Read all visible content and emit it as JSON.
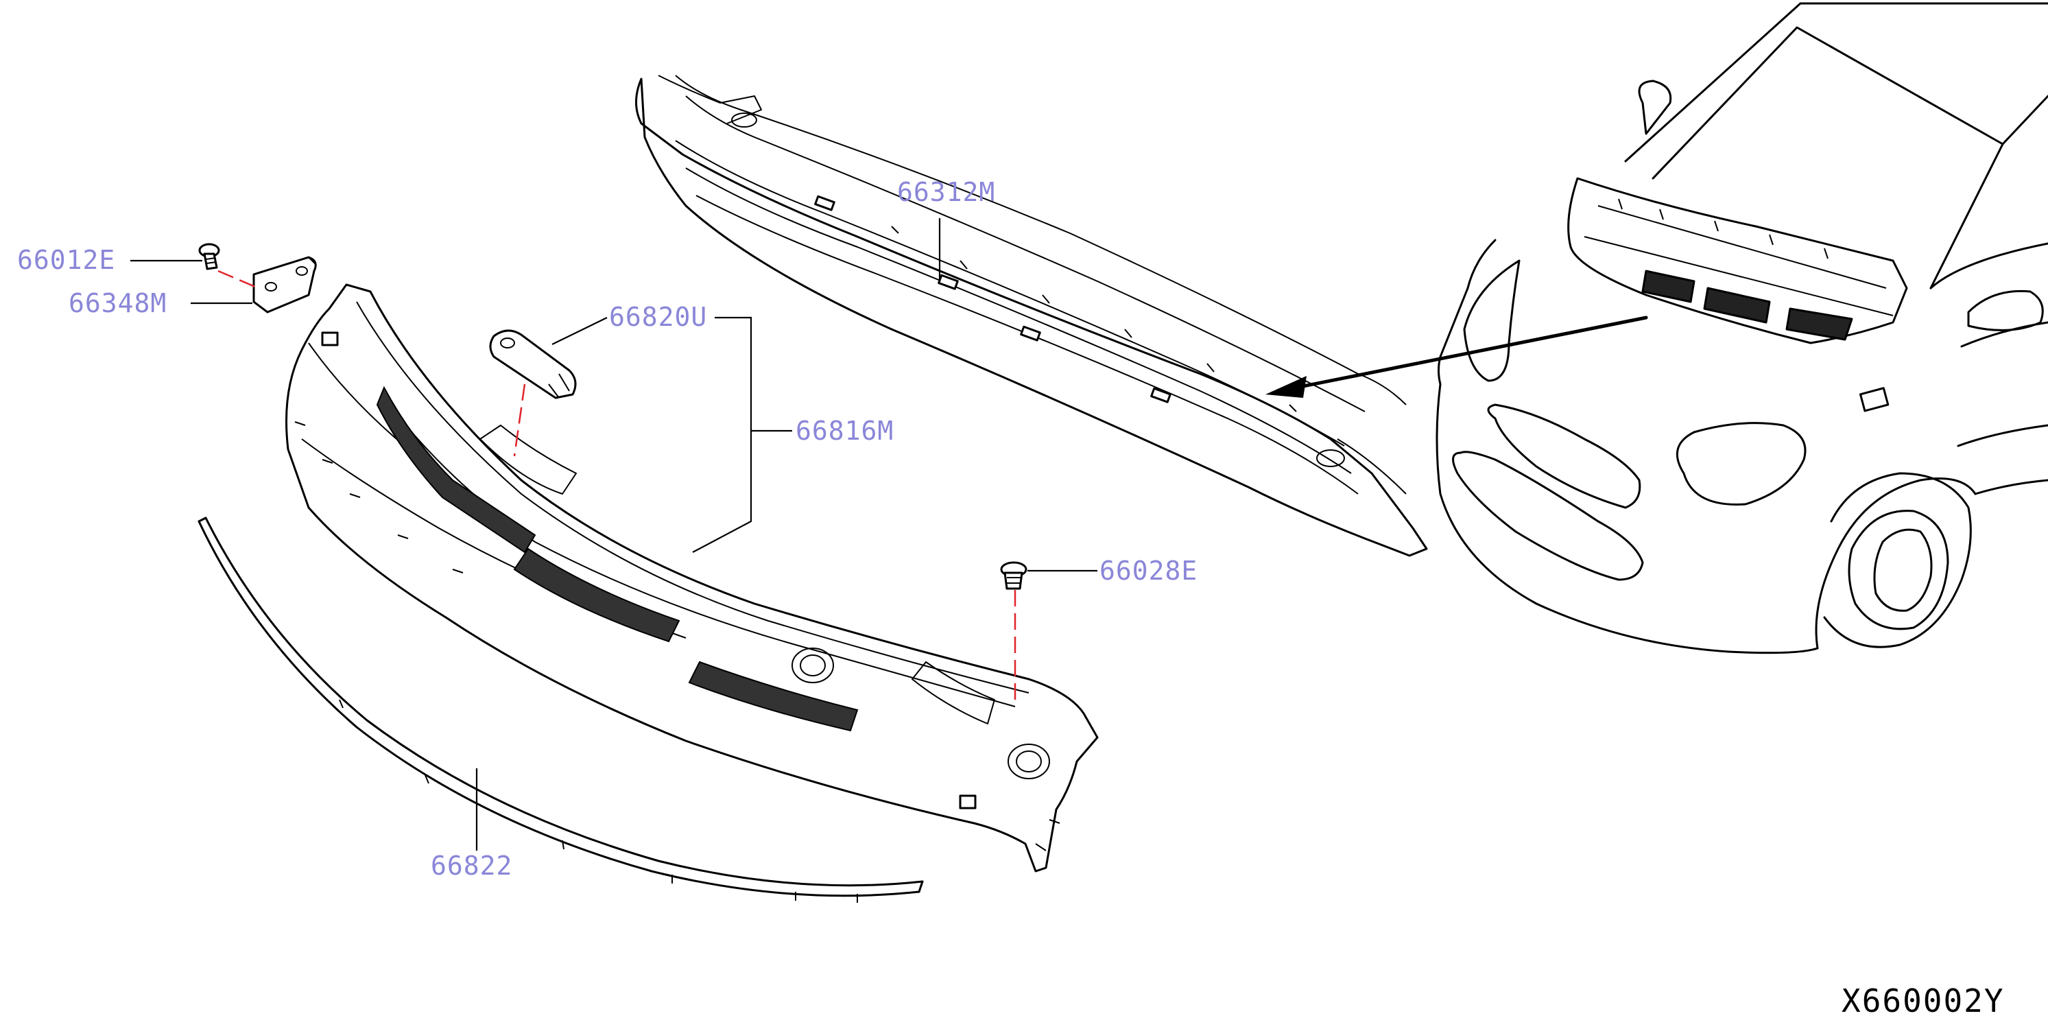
{
  "diagram": {
    "drawing_number": "X660002Y",
    "parts": [
      {
        "id": "cowl-screw",
        "label": "66012E"
      },
      {
        "id": "cowl-bracket",
        "label": "66348M"
      },
      {
        "id": "cowl-panel-upper",
        "label": "66312M"
      },
      {
        "id": "cowl-cover-cap",
        "label": "66820U"
      },
      {
        "id": "cowl-top-grille",
        "label": "66816M"
      },
      {
        "id": "cowl-clip",
        "label": "66028E"
      },
      {
        "id": "cowl-seal",
        "label": "66822"
      }
    ]
  },
  "colors": {
    "label": "#8a86d8",
    "line": "#000000",
    "leader_dash": "#e0242a"
  }
}
